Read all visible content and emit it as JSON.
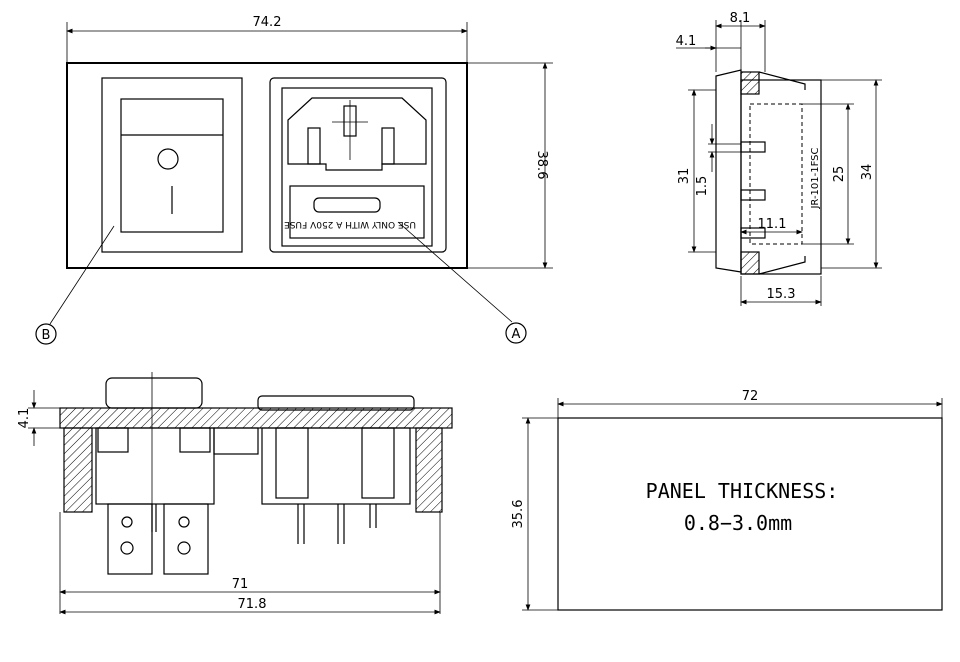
{
  "dimensions": {
    "front_width": "74.2",
    "front_height": "38.6",
    "side_top_overall": "8.1",
    "side_top_flange": "4.1",
    "side_height_31": "31",
    "side_tab_1_5": "1.5",
    "side_inner_25": "25",
    "side_outer_34": "34",
    "side_depth_11_1": "11.1",
    "side_depth_15_3": "15.3",
    "bottom_flange_4_1": "4.1",
    "bottom_width_71": "71",
    "bottom_width_71_8": "71.8",
    "cutout_width": "72",
    "cutout_height": "35.6"
  },
  "labels": {
    "callout_a": "A",
    "callout_b": "B",
    "part_number": "JR-101-1FSC",
    "fuse_text": "USE ONLY WITH A 250V FUSE",
    "panel_line1": "PANEL THICKNESS:",
    "panel_line2": "0.8−3.0mm"
  }
}
